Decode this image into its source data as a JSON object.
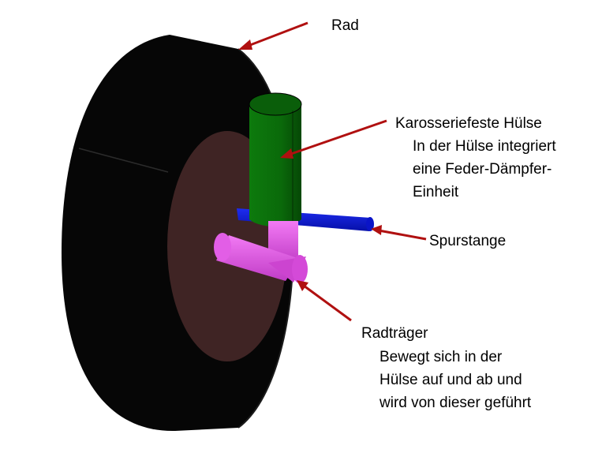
{
  "labels": {
    "rad": "Rad",
    "huelse_title": "Karosseriefeste Hülse",
    "huelse_line1": "In der Hülse integriert",
    "huelse_line2": "eine Feder-Dämpfer-",
    "huelse_line3": "Einheit",
    "spurstange": "Spurstange",
    "radtraeger_title": "Radträger",
    "radtraeger_line1": "Bewegt sich in der",
    "radtraeger_line2": "Hülse auf und ab und",
    "radtraeger_line3": "wird von dieser geführt"
  },
  "colors": {
    "tire": "#060606",
    "rim": "#3f2424",
    "sleeve": "#0b6b0b",
    "tie_rod": "#0a18d8",
    "carrier": "#e24ee6",
    "arrow": "#b01010"
  }
}
